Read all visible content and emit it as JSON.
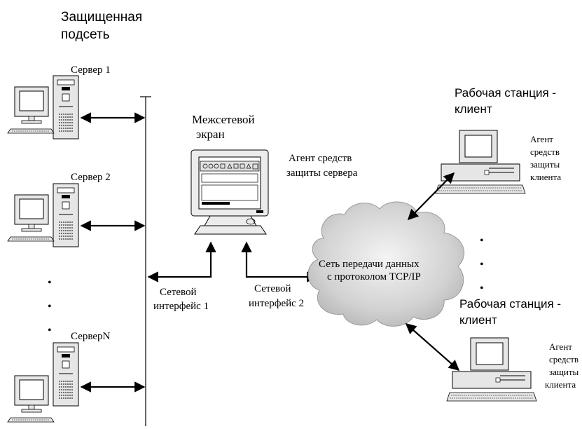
{
  "subnet": {
    "title_line1": "Защищенная",
    "title_line2": "подсеть"
  },
  "servers": [
    {
      "label": "Сервер 1"
    },
    {
      "label": "Сервер 2"
    },
    {
      "label": "СерверN"
    }
  ],
  "server_dots": [
    "•",
    "•",
    "•"
  ],
  "firewall": {
    "title_line1": "Межсетевой",
    "title_line2": "экран",
    "agent_line1": "Агент средств",
    "agent_line2": "защиты сервера",
    "iface1_line1": "Сетевой",
    "iface1_line2": "интерфейс 1",
    "iface2_line1": "Сетевой",
    "iface2_line2": "интерфейс 2"
  },
  "network": {
    "line1": "Сеть передачи данных",
    "line2": "с протоколом TCP/IP"
  },
  "clients": [
    {
      "title_line1": "Рабочая станция -",
      "title_line2": "клиент",
      "agent_line1": "Агент",
      "agent_line2": "средств",
      "agent_line3": "защиты",
      "agent_line4": "клиента"
    },
    {
      "title_line1": "Рабочая станция -",
      "title_line2": "клиент",
      "agent_line1": "Агент",
      "agent_line2": "средств",
      "agent_line3": "защиты",
      "agent_line4": "клиента"
    }
  ],
  "client_dots": [
    "•",
    "•",
    "•"
  ]
}
